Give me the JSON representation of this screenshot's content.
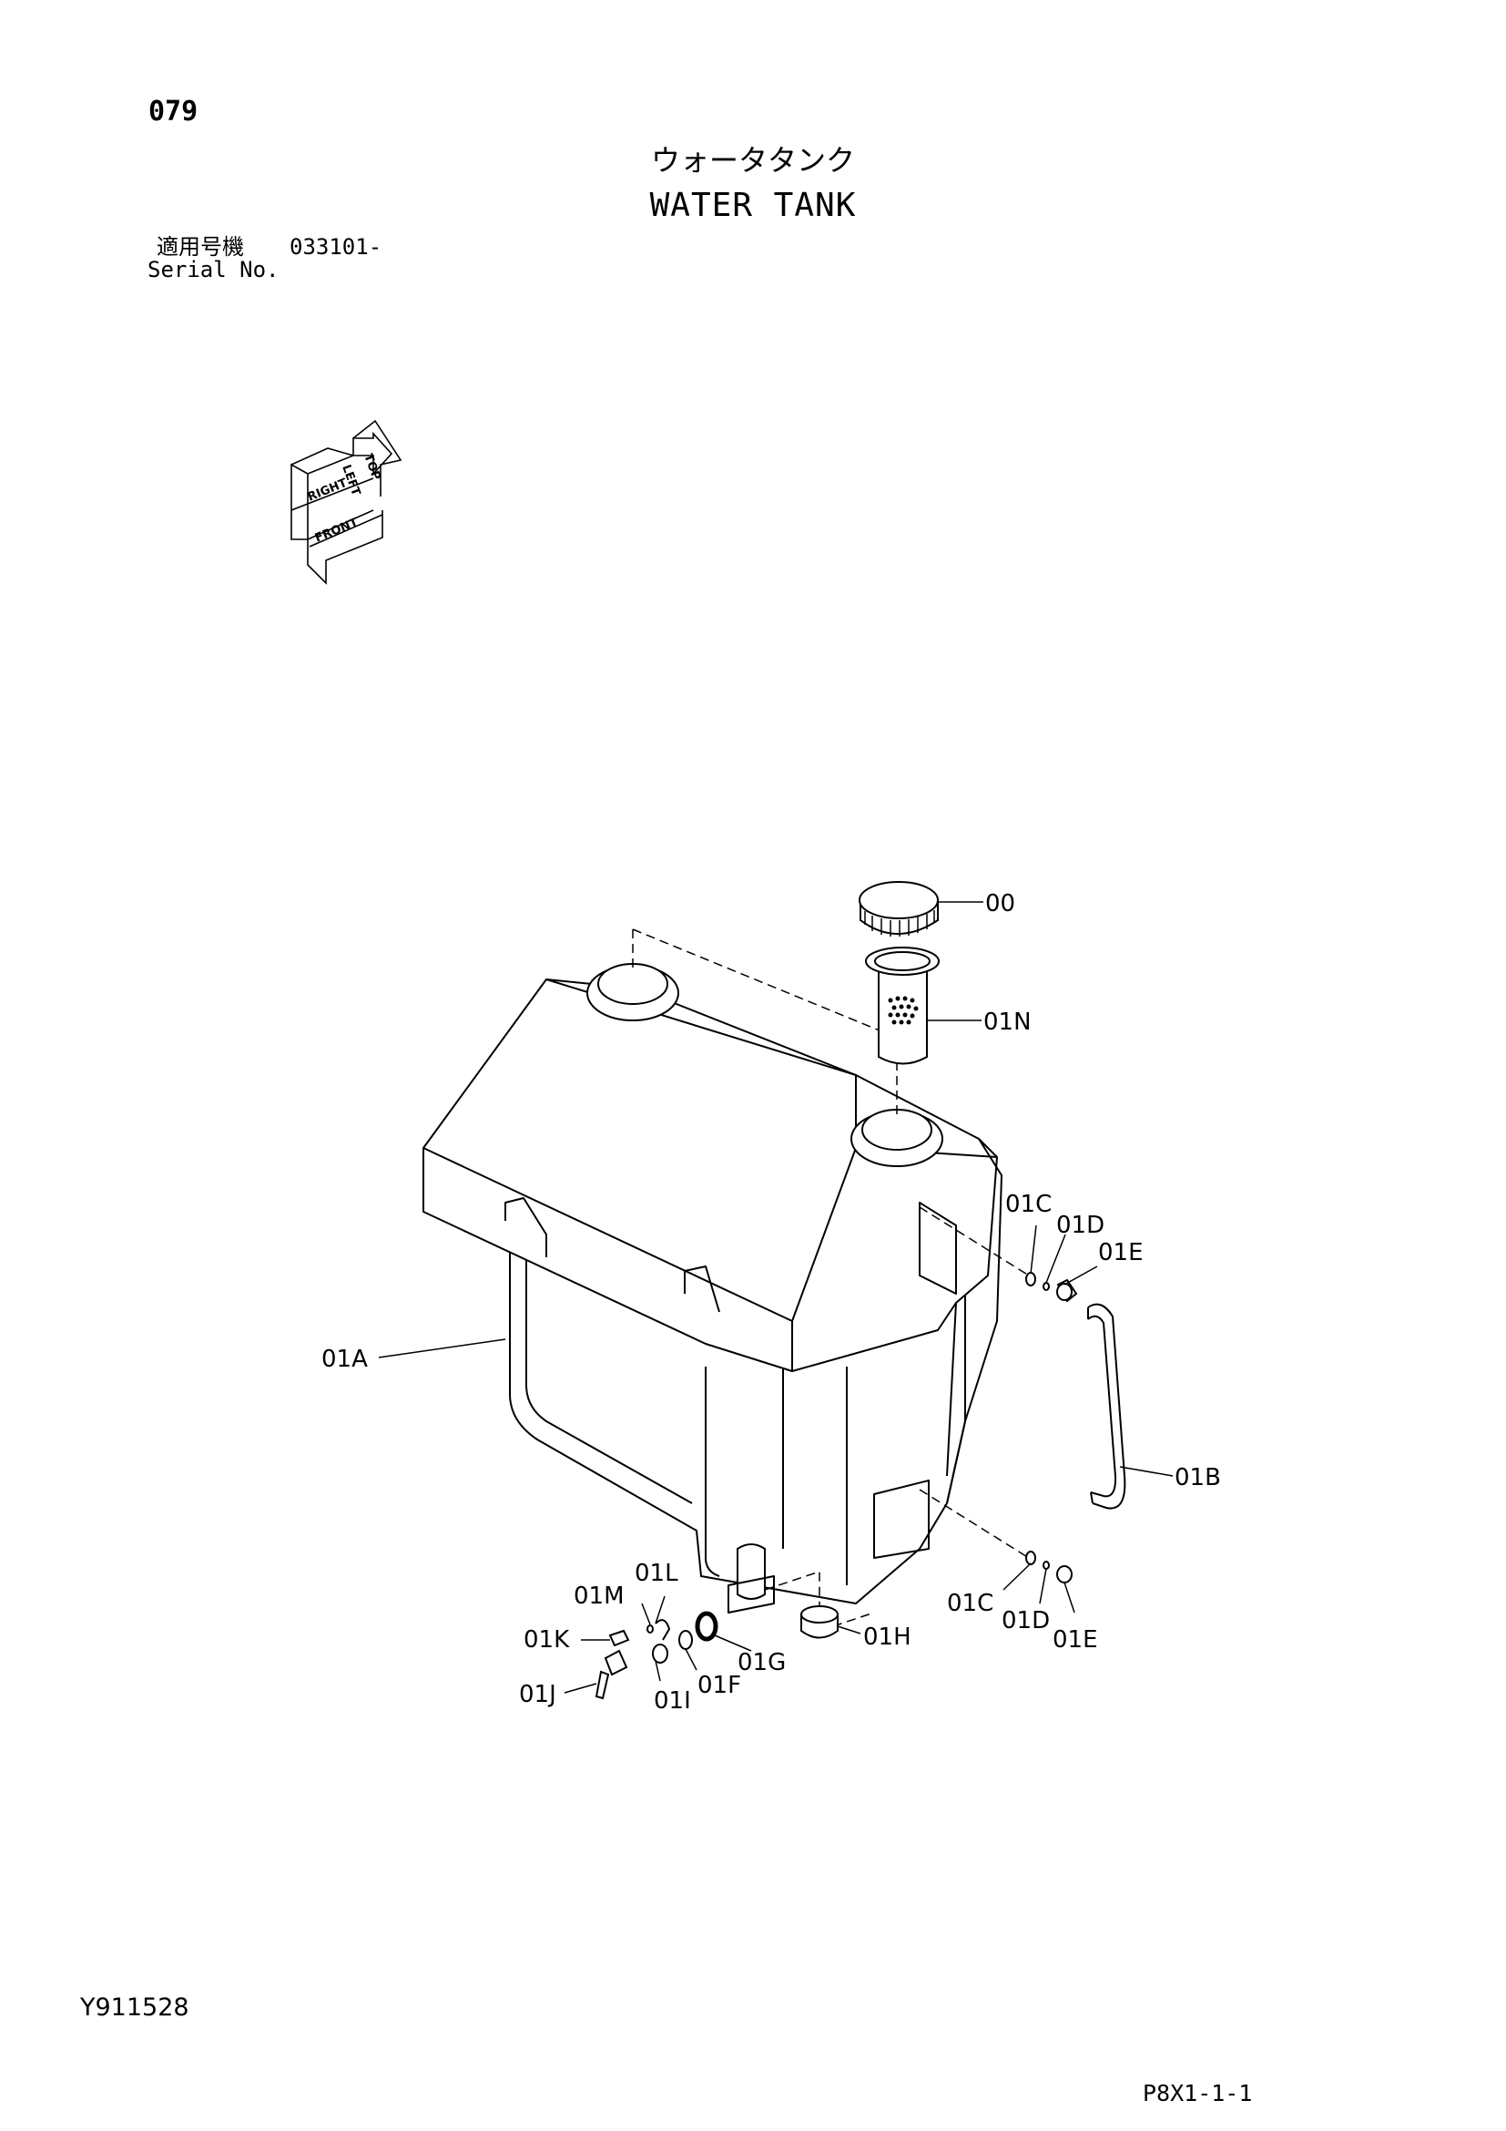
{
  "header": {
    "page_number": "079",
    "title_jp": "ウォータタンク",
    "title_en": "WATER TANK",
    "serial_label_jp": "適用号機",
    "serial_label_en": "Serial No.",
    "serial_range": "033101-"
  },
  "orientation": {
    "labels": [
      "TOP",
      "LEFT",
      "RIGHT",
      "FRONT"
    ]
  },
  "callouts": {
    "00": "00",
    "01N": "01N",
    "01C_top": "01C",
    "01D_top": "01D",
    "01E_top": "01E",
    "01A": "01A",
    "01B": "01B",
    "01C_bottom": "01C",
    "01D_bottom": "01D",
    "01E_bottom": "01E",
    "01M": "01M",
    "01L": "01L",
    "01K": "01K",
    "01J": "01J",
    "01I": "01I",
    "01F": "01F",
    "01G": "01G",
    "01H": "01H"
  },
  "footer": {
    "figure_number": "Y911528",
    "sheet_reference": "P8X1-1-1"
  }
}
